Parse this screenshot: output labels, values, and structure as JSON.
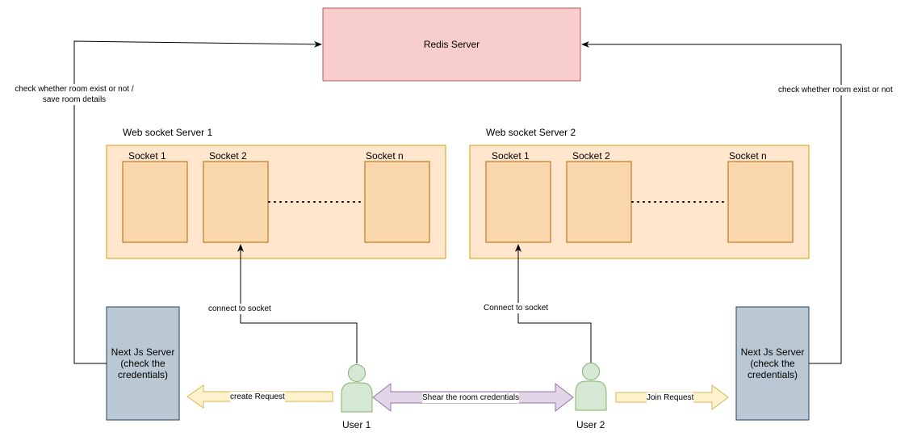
{
  "redis": {
    "label": "Redis Server"
  },
  "left_server": {
    "title": "Web socket Server 1",
    "sockets": [
      "Socket 1",
      "Socket 2",
      "Socket n"
    ]
  },
  "right_server": {
    "title": "Web socket Server 2",
    "sockets": [
      "Socket 1",
      "Socket 2",
      "Socket n"
    ]
  },
  "next_left": {
    "label": "Next Js Server\n(check the credentials)"
  },
  "next_right": {
    "label": "Next Js Server\n(check the credentials)"
  },
  "users": {
    "left": "User 1",
    "right": "User 2"
  },
  "edges": {
    "left_redis": "check whether room exist or not /\nsave room details",
    "right_redis": "check whether room exist or not",
    "connect_left": "connect to socket",
    "connect_right": "Connect to socket",
    "create": "create Request",
    "join": "Join Request",
    "share": "Shear the room credentials"
  },
  "colors": {
    "redis_fill": "#f8cecc",
    "redis_stroke": "#b85450",
    "server_fill": "#ffe6cc",
    "server_stroke": "#d79b00",
    "socket_fill": "#fad7ac",
    "socket_stroke": "#b46504",
    "next_fill": "#bac8d3",
    "next_stroke": "#23445d",
    "user_fill": "#d5e8d4",
    "user_stroke": "#82b366",
    "arrow_yellow_fill": "#fff2cc",
    "arrow_yellow_stroke": "#d6b656",
    "arrow_purple_fill": "#e1d5e7",
    "arrow_purple_stroke": "#9673a6"
  }
}
